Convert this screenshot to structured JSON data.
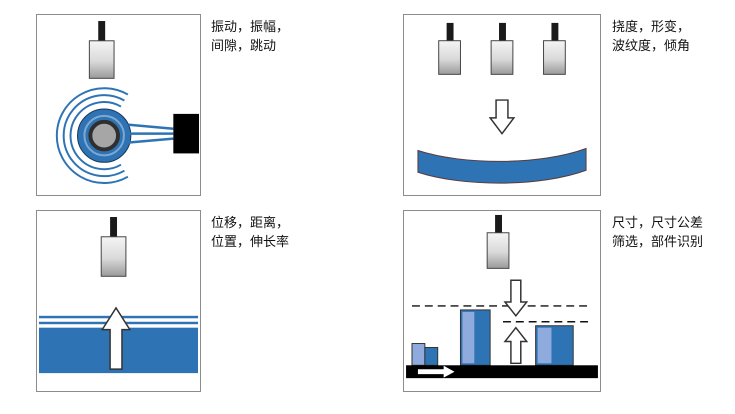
{
  "panels": [
    {
      "name": "vibration",
      "caption_line1": "振动，振幅，",
      "caption_line2": "间隙，跳动"
    },
    {
      "name": "deflection",
      "caption_line1": "挠度，形变，",
      "caption_line2": "波纹度，倾角"
    },
    {
      "name": "displacement",
      "caption_line1": "位移，距离，",
      "caption_line2": "位置，伸长率"
    },
    {
      "name": "dimension",
      "caption_line1": "尺寸，尺寸公差",
      "caption_line2": "筛选，部件识别"
    }
  ],
  "colors": {
    "blue": "#2e74b5",
    "light_blue": "#8faadc",
    "sensor_body_light": "#f2f2f2",
    "sensor_body_dark": "#9a9a9a",
    "stem_black": "#1a1a1a",
    "panel_border": "#8c8c8c",
    "belt_black": "#000000",
    "arrow_fill": "#ffffff",
    "arrow_stroke": "#333333"
  },
  "icons": {
    "sensor-icon": "probe-cylinder-with-stem",
    "arrow-down-icon": "hollow-outline-arrow",
    "arrow-up-icon": "hollow-outline-arrow",
    "belt-arrow-right-icon": "solid-white-arrow",
    "vibration-arcs-icon": "concentric-arcs",
    "shaft-circle-icon": "rotating-shaft-end",
    "bent-beam-icon": "deflected-plate",
    "target-slab-icon": "measured-surface",
    "parts-blocks-icon": "parts-on-conveyor",
    "tolerance-dashes-icon": "dashed-tolerance-lines"
  }
}
